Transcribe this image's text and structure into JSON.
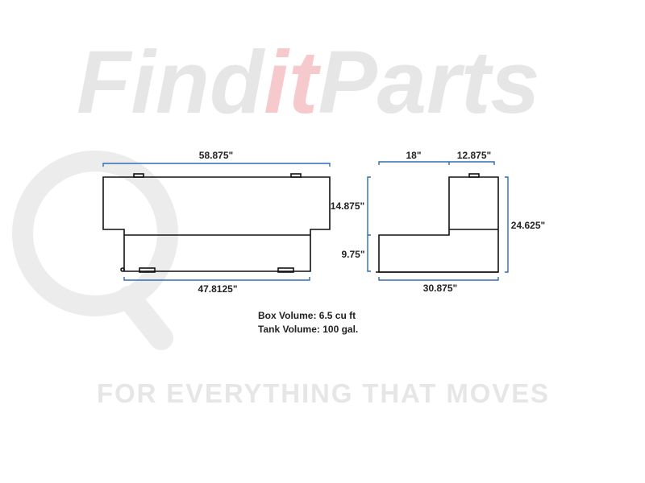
{
  "watermark": {
    "brand_part1": "Find",
    "brand_part2": "it",
    "brand_part3": "Parts",
    "tagline": "FOR EVERYTHING THAT MOVES",
    "accent_color": "#f6c9cc",
    "gray_color": "#e6e6e6"
  },
  "front_view": {
    "top_width": "58.875\"",
    "bottom_width": "47.8125\""
  },
  "side_view": {
    "upper_height": "14.875\"",
    "lower_height": "9.75\"",
    "step_width": "18\"",
    "box_width": "12.875\"",
    "total_height": "24.625\"",
    "total_width": "30.875\""
  },
  "specs": {
    "box_volume": "Box Volume: 6.5 cu ft",
    "tank_volume": "Tank Volume: 100 gal."
  }
}
